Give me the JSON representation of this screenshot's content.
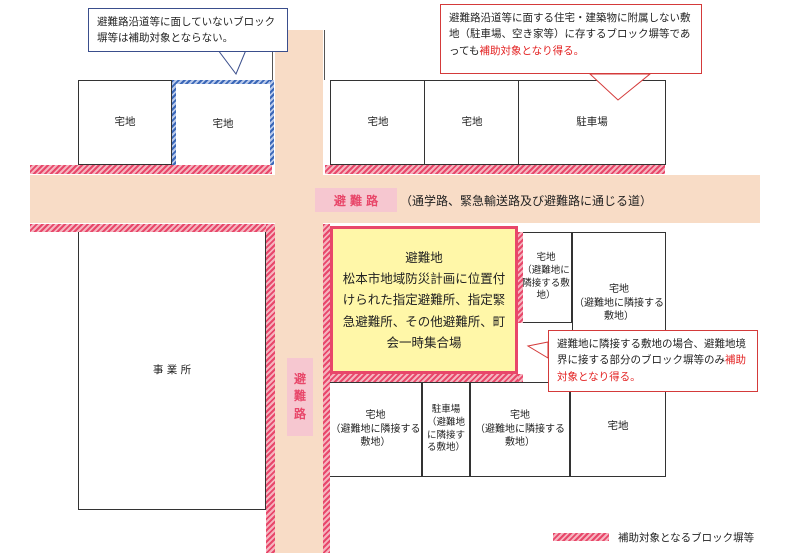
{
  "callouts": {
    "top_left": "避難路沿道等に面していないブロック塀等は補助対象とならない。",
    "top_right_normal": "避難路沿道等に面する住宅・建築物に附属しない敷地（駐車場、空き家等）に存するブロック塀等であっても",
    "top_right_red": "補助対象となり得る。",
    "middle_right_normal": "避難地に隣接する敷地の場合、避難地境界に接する部分のブロック塀等のみ",
    "middle_right_red": "補助対象となり得る。"
  },
  "lots": {
    "residence_1": "宅地",
    "residence_2": "宅地",
    "residence_3": "宅地",
    "residence_4": "宅地",
    "parking_top": "駐車場",
    "adjacent_small": "宅地\n（避難地に隣接する敷地）",
    "adjacent_right": "宅地\n（避難地に隣接する敷地）",
    "office": "事 業 所",
    "bottom_1": "宅地\n（避難地に隣接する敷地）",
    "bottom_parking": "駐車場\n（避難地に隣接する敷地）",
    "bottom_3": "宅地\n（避難地に隣接する敷地）",
    "bottom_4": "宅地"
  },
  "refuge": {
    "title": "避難地",
    "body": "松本市地域防災計画に位置付けられた指定避難所、指定緊急避難所、その他避難所、町会一時集合場"
  },
  "roads": {
    "horizontal_label": "避 難 路",
    "horizontal_desc": "（通学路、緊急輸送路及び避難路に通じる道）",
    "vertical_label": "避\n難\n路"
  },
  "legend": {
    "label": "補助対象となるブロック塀等"
  },
  "colors": {
    "hatch": "#e8476a",
    "road": "#f8dcc6",
    "refuge_fill": "#fff7a8",
    "callout_border_blue": "#3a4e8c",
    "callout_border_red": "#d43a3a",
    "emphasis_text": "#e32222"
  }
}
